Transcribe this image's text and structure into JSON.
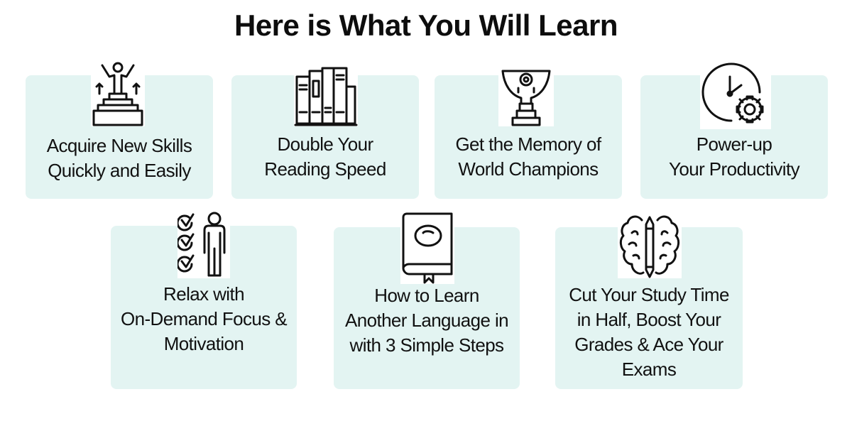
{
  "title": "Here is What You Will Learn",
  "colors": {
    "card_background": "#e3f4f2",
    "text": "#111111",
    "icon_stroke": "#111111"
  },
  "cards": [
    {
      "icon": "podium-winner-icon",
      "lines": [
        "Acquire New Skills",
        "Quickly and Easily"
      ]
    },
    {
      "icon": "books-icon",
      "lines": [
        "Double Your",
        "Reading Speed"
      ]
    },
    {
      "icon": "trophy-icon",
      "lines": [
        "Get the Memory of",
        "World Champions"
      ]
    },
    {
      "icon": "clock-gear-icon",
      "lines": [
        "Power-up",
        "Your Productivity"
      ]
    },
    {
      "icon": "checklist-person-icon",
      "lines": [
        "Relax with",
        "On-Demand Focus &",
        "Motivation"
      ]
    },
    {
      "icon": "book-bookmark-icon",
      "lines": [
        "How to Learn",
        "Another Language in",
        "with 3 Simple Steps"
      ]
    },
    {
      "icon": "brain-pencil-icon",
      "lines": [
        "Cut Your Study Time",
        "in Half, Boost Your",
        "Grades & Ace Your",
        "Exams"
      ]
    }
  ]
}
